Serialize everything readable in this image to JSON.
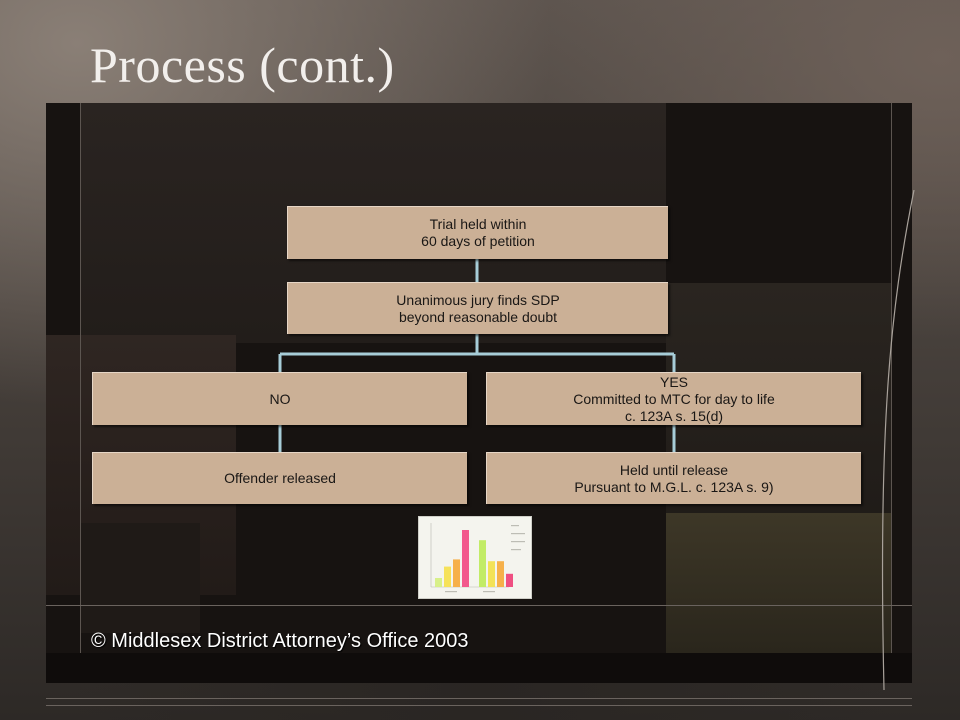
{
  "slide": {
    "title": "Process (cont.)",
    "footer": "© Middlesex District Attorney’s Office 2003"
  },
  "flowchart": {
    "trial": {
      "lines": [
        "Trial held within",
        "60 days of petition"
      ]
    },
    "jury": {
      "lines": [
        "Unanimous jury finds SDP",
        "beyond reasonable doubt"
      ]
    },
    "no": {
      "lines": [
        "NO"
      ]
    },
    "yes": {
      "lines": [
        "YES",
        "Committed to MTC  for day to life",
        "c. 123A s. 15(d)"
      ]
    },
    "released": {
      "lines": [
        "Offender released"
      ]
    },
    "held": {
      "lines": [
        "Held until release",
        "Pursuant to M.G.L.  c. 123A s. 9)"
      ]
    }
  },
  "thumbnail": {
    "bars": [
      0.15,
      0.34,
      0.46,
      0.95,
      0.78,
      0.43,
      0.43,
      0.22
    ],
    "colors": [
      "#d8f08a",
      "#f6e25a",
      "#f6b04a",
      "#f2588c",
      "#c2ec66",
      "#f3e257",
      "#f6b04a",
      "#ef4f82"
    ]
  }
}
